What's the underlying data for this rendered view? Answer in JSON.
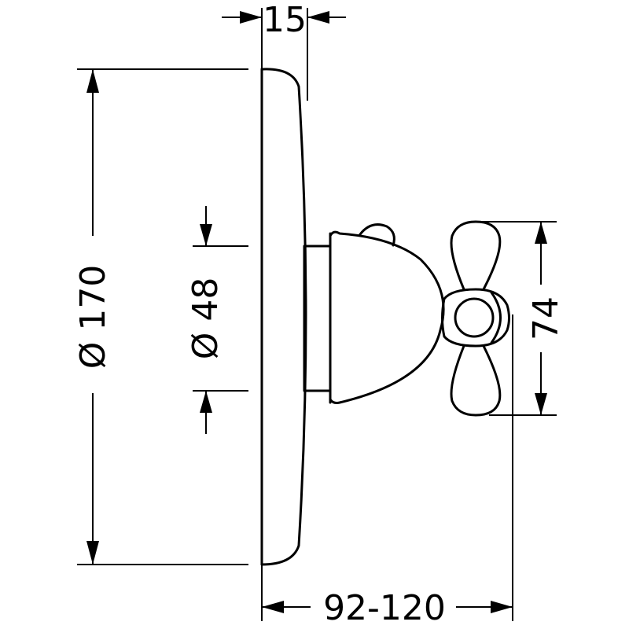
{
  "dimensions": {
    "depth_top": "15",
    "plate_diameter": "Ø 170",
    "body_diameter": "Ø 48",
    "handle_height": "74",
    "projection_range": "92-120"
  },
  "colors": {
    "line": "#000000",
    "background": "#ffffff"
  }
}
